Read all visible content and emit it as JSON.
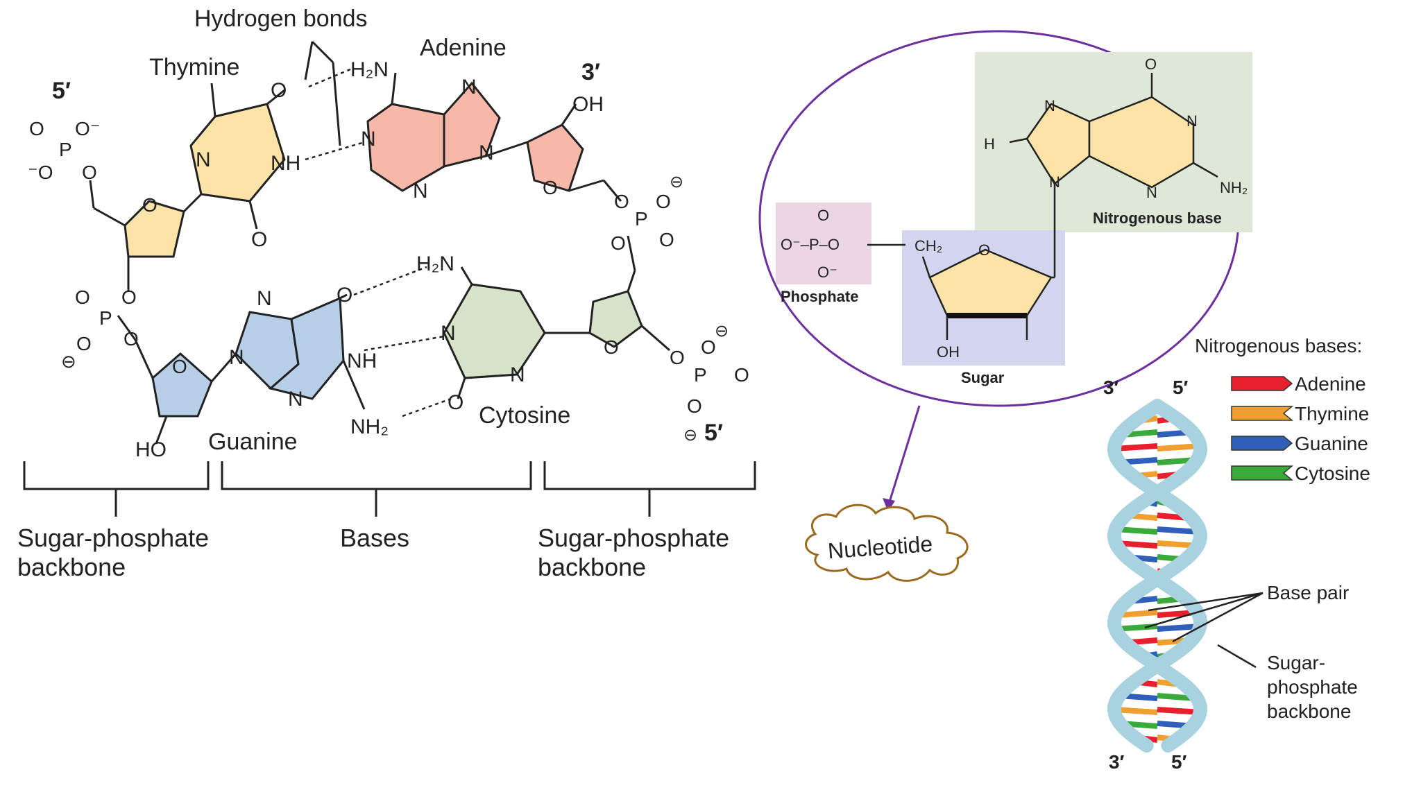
{
  "left_diagram": {
    "hydrogen_bonds": "Hydrogen bonds",
    "thymine": "Thymine",
    "adenine": "Adenine",
    "guanine": "Guanine",
    "cytosine": "Cytosine",
    "end_5_top": "5′",
    "end_3_top": "3′",
    "end_5_bottom": "5′",
    "bracket_left_line1": "Sugar-phosphate",
    "bracket_left_line2": "backbone",
    "bracket_mid": "Bases",
    "bracket_right_line1": "Sugar-phosphate",
    "bracket_right_line2": "backbone",
    "chem": {
      "o": "O",
      "o_minus": "O⁻",
      "minus_o": "⁻O",
      "p": "P",
      "n": "N",
      "nh": "NH",
      "oh": "OH",
      "ho": "HO",
      "h2n": "H₂N",
      "nh2": "NH₂",
      "charge": "⊖"
    }
  },
  "nucleotide": {
    "phosphate_label": "Phosphate",
    "sugar_label": "Sugar",
    "base_label": "Nitrogenous base",
    "phosphate_formula": "O⁻–P–O",
    "ch2": "CH₂",
    "oh": "OH",
    "o": "O",
    "o_minus": "O⁻",
    "n": "N",
    "h": "H",
    "nh2": "NH₂",
    "callout": "Nucleotide"
  },
  "helix": {
    "legend_title": "Nitrogenous bases:",
    "legend": [
      {
        "label": "Adenine",
        "color": "#e8202e"
      },
      {
        "label": "Thymine",
        "color": "#f0a030"
      },
      {
        "label": "Guanine",
        "color": "#2f5fb8"
      },
      {
        "label": "Cytosine",
        "color": "#3aaa3a"
      }
    ],
    "top_3": "3′",
    "top_5": "5′",
    "bottom_3": "3′",
    "bottom_5": "5′",
    "base_pair": "Base pair",
    "backbone_line1": "Sugar-",
    "backbone_line2": "phosphate",
    "backbone_line3": "backbone"
  },
  "colors": {
    "thymine_fill": "#fde3a8",
    "adenine_fill": "#f7b8aa",
    "guanine_fill": "#b7cfe6",
    "cytosine_fill": "#d6e3c8",
    "sugar_fill": "#fde3a8",
    "phosphate_box": "#ecd6e4",
    "sugar_box": "#d3d4ee",
    "base_box": "#dfe8d8",
    "callout_stroke": "#6b2fa0",
    "cloud_stroke": "#9a6b1e",
    "helix_strand": "#a8d2e0"
  }
}
